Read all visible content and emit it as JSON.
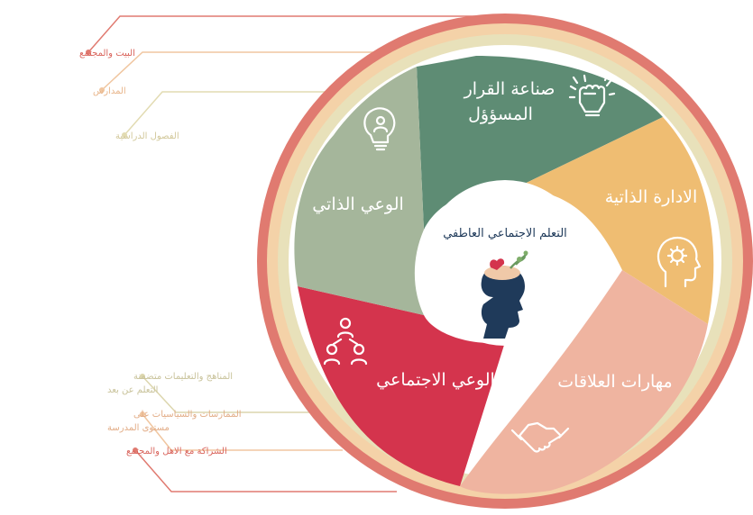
{
  "center": {
    "title": "التعلم الاجتماعي العاطفي"
  },
  "segments": [
    {
      "key": "decision",
      "line1": "صناعة القرار",
      "line2": "المسؤؤل",
      "color": "#5e8c74",
      "icon": "raised-fist-icon"
    },
    {
      "key": "self-management",
      "line1": "الادارة الذاتية",
      "line2": "",
      "color": "#efbd72",
      "icon": "head-gear-icon"
    },
    {
      "key": "relationships",
      "line1": "مهارات العلاقات",
      "line2": "",
      "color": "#efb4a0",
      "icon": "handshake-icon"
    },
    {
      "key": "social-awareness",
      "line1": "الوعي الاجتماعي",
      "line2": "",
      "color": "#d4344d",
      "icon": "people-network-icon"
    },
    {
      "key": "self-awareness",
      "line1": "الوعي الذاتي",
      "line2": "",
      "color": "#a5b69b",
      "icon": "lightbulb-person-icon"
    }
  ],
  "rings": {
    "outer_color": "#e07a70",
    "middle_color": "#f4d2a8",
    "inner_color": "#e8e1ba"
  },
  "left_labels_top": [
    {
      "text": "البيت والمجتمع",
      "color": "#d9645c"
    },
    {
      "text": "المدارس",
      "color": "#e8b58a"
    },
    {
      "text": "الفصول الدراسية",
      "color": "#d2c89a"
    }
  ],
  "left_labels_bottom": [
    {
      "line1": "المناهج والتعليمات متضمنة",
      "line2": "التعلم عن بعد",
      "color": "#c9c39b"
    },
    {
      "line1": "الممارسات والسياسيات على",
      "line2": "مستوى المدرسة",
      "color": "#e2ac86"
    },
    {
      "line1": "الشراكة مع الاهل والمجتمع",
      "line2": "",
      "color": "#d9645c"
    }
  ]
}
